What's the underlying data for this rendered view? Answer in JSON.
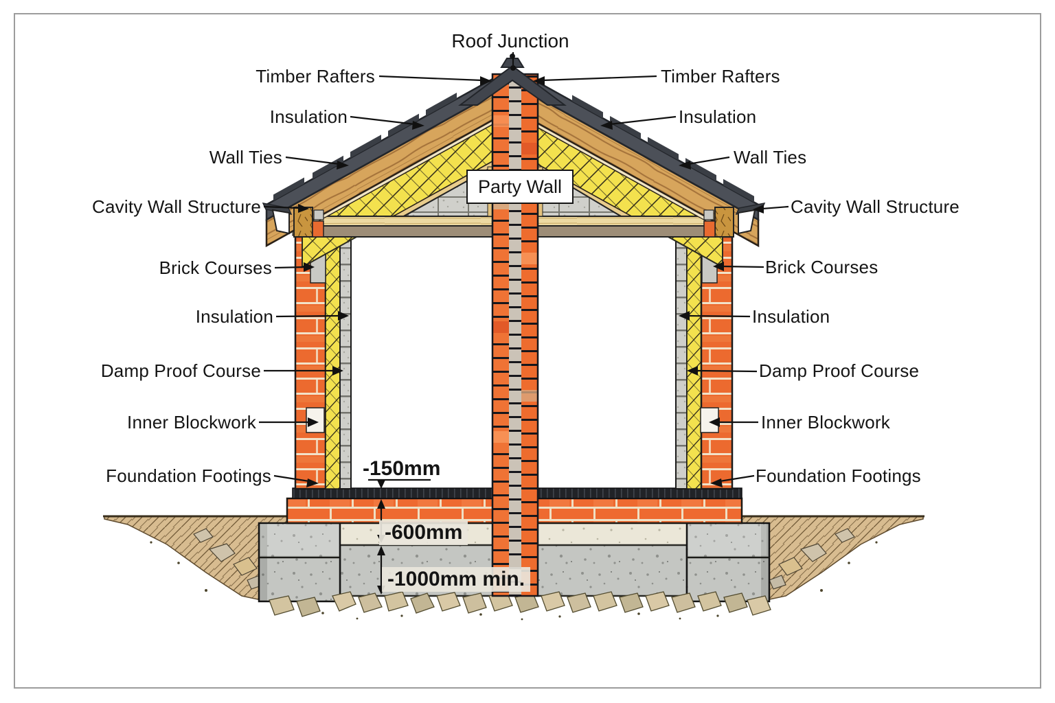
{
  "diagram": {
    "top_label": "Roof Junction",
    "party_wall_label": "Party Wall",
    "left_labels": [
      "Timber Rafters",
      "Insulation",
      "Wall Ties",
      "Cavity Wall Structure",
      "Brick Courses",
      "Insulation",
      "Damp Proof Course",
      "Inner Blockwork",
      "Foundation Footings"
    ],
    "right_labels": [
      "Timber Rafters",
      "Insulation",
      "Wall Ties",
      "Cavity Wall Structure",
      "Brick Courses",
      "Insulation",
      "Damp Proof Course",
      "Inner Blockwork",
      "Foundation Footings"
    ],
    "measurements": [
      "-150mm",
      "-600mm",
      "-1000mm min."
    ],
    "colors": {
      "brick": "#ec6a2f",
      "insulation": "#f3e14e",
      "blockwork": "#cfcfca",
      "roof_tile": "#4c5058",
      "timber": "#d7a55c",
      "concrete": "#c4c6c2",
      "foundation_cream": "#ebe7d8",
      "soil": "#d8bc90",
      "dpc": "#212327"
    }
  }
}
